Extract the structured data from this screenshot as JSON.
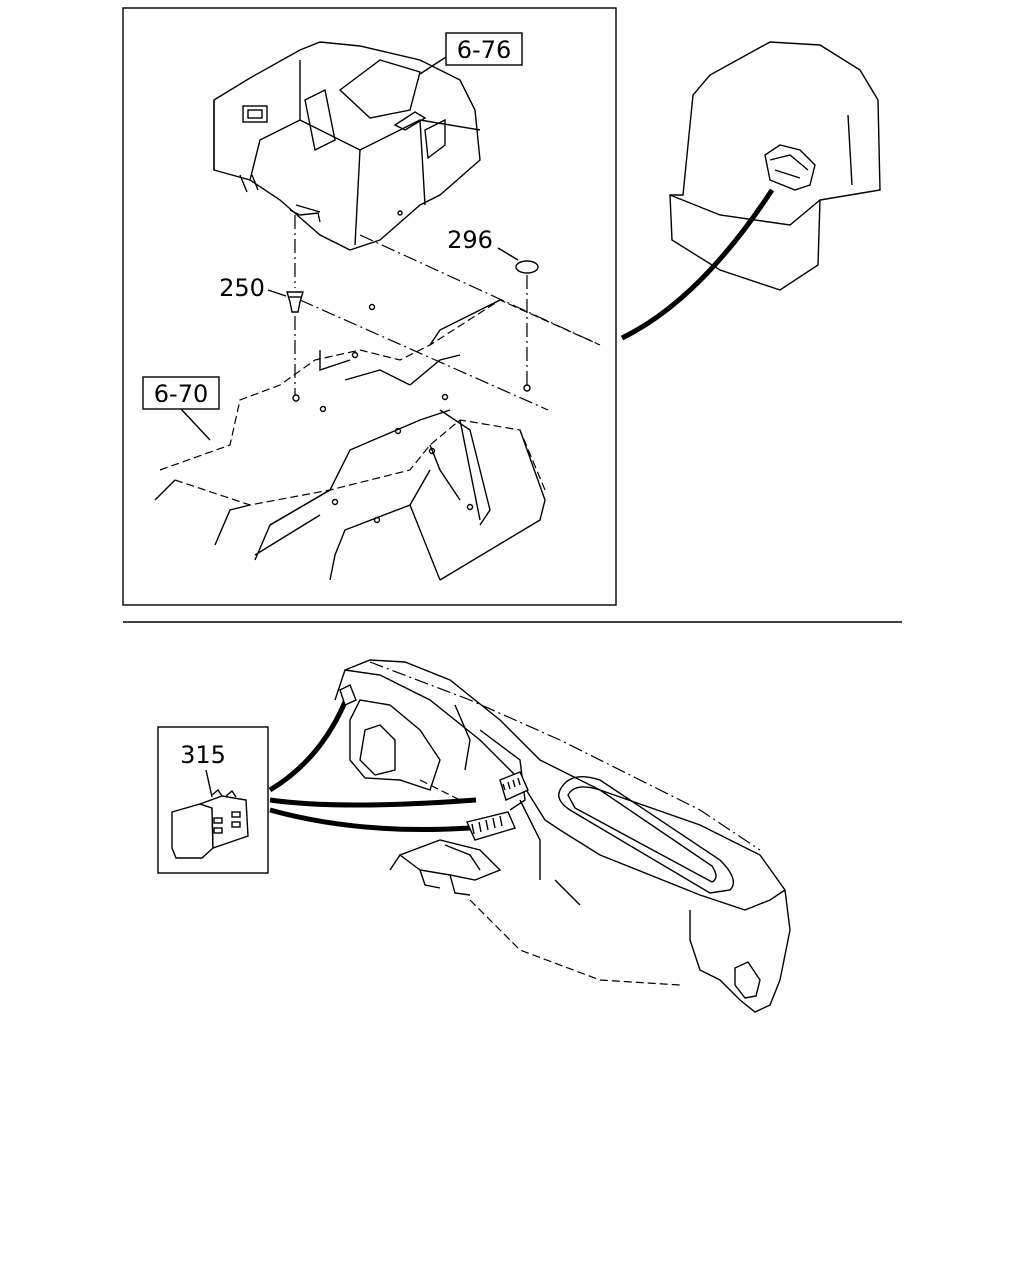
{
  "callouts": {
    "ref_console": "6-76",
    "ref_floor": "6-70",
    "part_296": "296",
    "part_250": "250",
    "part_315": "315"
  },
  "colors": {
    "line": "#000000",
    "background": "#ffffff"
  }
}
